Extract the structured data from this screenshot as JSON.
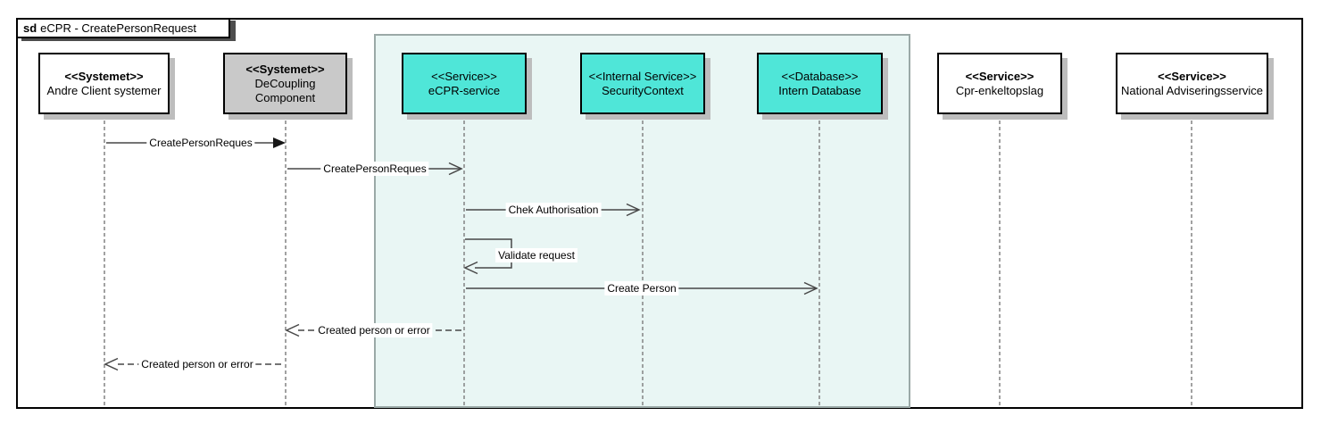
{
  "frame": {
    "keyword": "sd",
    "title": "eCPR - CreatePersonRequest"
  },
  "participants": [
    {
      "stereotype": "<<Systemet>>",
      "name": "Andre Client systemer",
      "fill": "#ffffff"
    },
    {
      "stereotype": "<<Systemet>>",
      "name": "DeCoupling Component",
      "fill": "#c9c9c9"
    },
    {
      "stereotype": "<<Service>>",
      "name": "eCPR-service",
      "fill": "#4fe6d8"
    },
    {
      "stereotype": "<<Internal Service>>",
      "name": "SecurityContext",
      "fill": "#4fe6d8"
    },
    {
      "stereotype": "<<Database>>",
      "name": "Intern Database",
      "fill": "#4fe6d8"
    },
    {
      "stereotype": "<<Service>>",
      "name": "Cpr-enkeltopslag",
      "fill": "#ffffff"
    },
    {
      "stereotype": "<<Service>>",
      "name": "National Adviseringsservice",
      "fill": "#ffffff"
    }
  ],
  "messages": [
    {
      "label": "CreatePersonReques",
      "from": "Andre Client systemer",
      "to": "DeCoupling Component",
      "kind": "sync",
      "arrow": "filled",
      "line": "solid"
    },
    {
      "label": "CreatePersonReques",
      "from": "DeCoupling Component",
      "to": "eCPR-service",
      "kind": "async",
      "arrow": "open",
      "line": "solid"
    },
    {
      "label": "Chek Authorisation",
      "from": "eCPR-service",
      "to": "SecurityContext",
      "kind": "async",
      "arrow": "open",
      "line": "solid"
    },
    {
      "label": "Validate request",
      "from": "eCPR-service",
      "to": "eCPR-service",
      "kind": "self",
      "arrow": "open",
      "line": "solid"
    },
    {
      "label": "Create Person",
      "from": "eCPR-service",
      "to": "Intern Database",
      "kind": "async",
      "arrow": "open",
      "line": "solid"
    },
    {
      "label": "Created person or error",
      "from": "eCPR-service",
      "to": "DeCoupling Component",
      "kind": "return",
      "arrow": "open",
      "line": "dashed"
    },
    {
      "label": "Created person or error",
      "from": "DeCoupling Component",
      "to": "Andre Client systemer",
      "kind": "return",
      "arrow": "open",
      "line": "dashed"
    }
  ],
  "colors": {
    "service_fill": "#4fe6d8",
    "decoupling_fill": "#c9c9c9",
    "plain_fill": "#ffffff",
    "boundary_fill": "#e9f6f4",
    "boundary_border": "#9ba9a7",
    "box_border": "#000000",
    "box_shadow": "#bdbdbd",
    "lifeline": "#8a8a8a",
    "message_line": "#474747"
  }
}
